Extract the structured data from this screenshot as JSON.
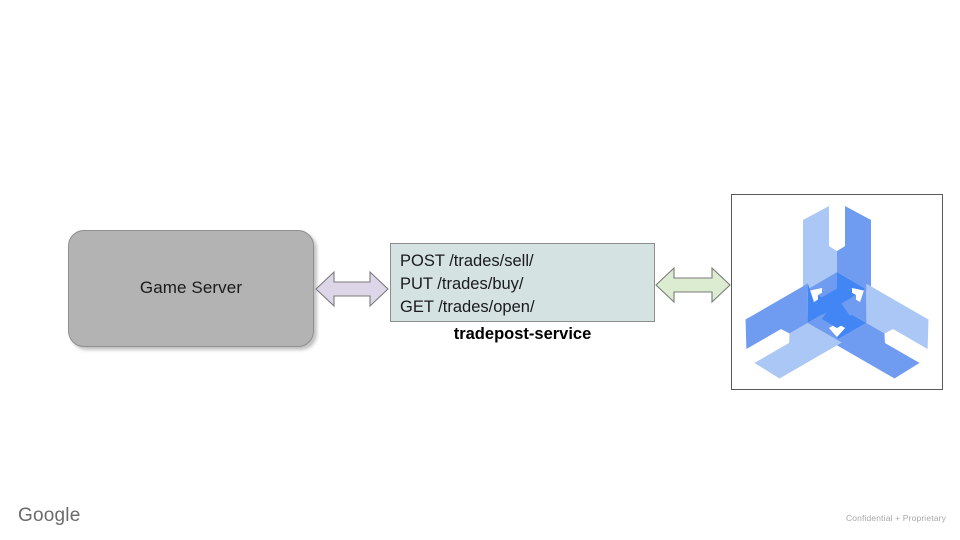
{
  "slide": {
    "background_color": "#ffffff",
    "nodes": {
      "game_server": {
        "label": "Game Server",
        "fill_color": "#b3b3b3",
        "border_color": "#8f8f8f"
      },
      "service": {
        "caption": "tradepost-service",
        "fill_color": "#d4e2e2",
        "border_color": "#8c8c8c",
        "endpoints": [
          "POST /trades/sell/",
          "PUT /trades/buy/",
          "GET /trades/open/"
        ]
      },
      "agones_logo": {
        "name": "agones-logo",
        "frame_border_color": "#595959",
        "colors": {
          "light": "#aac7f5",
          "medium": "#6f9bf0",
          "dark": "#4285f4"
        }
      }
    },
    "connectors": [
      {
        "name": "game-server-to-service",
        "icon": "double-arrow-horizontal-icon",
        "fill_color": "#ddd6e8",
        "border_color": "#7a7a7a"
      },
      {
        "name": "service-to-agones",
        "icon": "double-arrow-horizontal-icon",
        "fill_color": "#dcecd0",
        "border_color": "#7a7a7a"
      }
    ]
  },
  "footer": {
    "brand": "Google",
    "brand_color": "#6b6b6b",
    "confidentiality": "Confidential + Proprietary",
    "confidentiality_color": "#a8a8a8"
  }
}
